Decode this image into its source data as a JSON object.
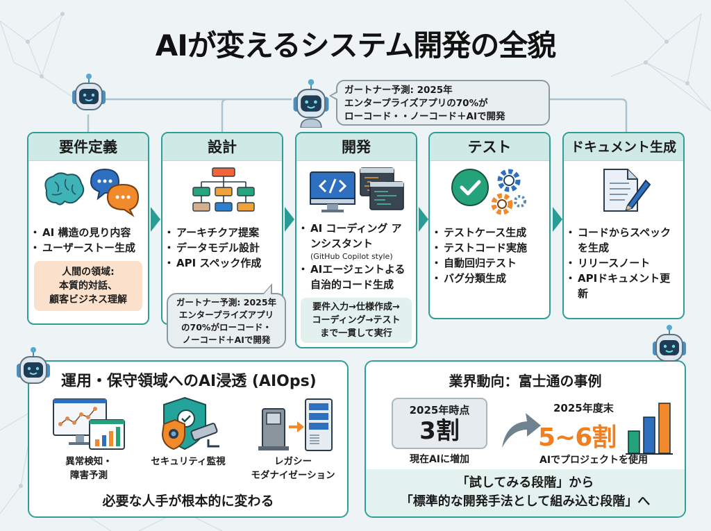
{
  "title": "AIが変えるシステム開発の全貌",
  "colors": {
    "teal": "#2e9e98",
    "teal_header": "#cfe9e6",
    "orange": "#f07f22",
    "peach": "#fbe1cb",
    "robot_screen": "#1f3b55"
  },
  "top_callout": {
    "lines": [
      "ガートナー予測: 2025年",
      "エンタープライズアプリの70%が",
      "ローコード・・ノーコード＋AIで開発"
    ]
  },
  "stages": [
    {
      "title": "要件定義",
      "icon": "brain-and-chat-icon",
      "bullets": [
        "AI 構造の見り内容",
        "ユーザーストー生成"
      ],
      "note": [
        "人間の領域:",
        "本質的対話、",
        "顧客ビジネス理解"
      ]
    },
    {
      "title": "設計",
      "icon": "org-chart-icon",
      "bullets": [
        "アーキチクア提案",
        "データモデル設計",
        "API スペック作成"
      ],
      "callout": [
        "ガートナー予測: 2025年",
        "エンタープライズアプリ",
        "の70%がローコード・",
        "ノーコード＋AIで開発"
      ]
    },
    {
      "title": "開発",
      "icon": "code-monitor-icon",
      "bullets": [
        {
          "text": "AI コーディング アンシスタント",
          "sub": "(GitHub Copilot style)"
        },
        {
          "text": "AIエージェントよる 自治的コード生成"
        }
      ],
      "note": [
        "要件入力→仕様作成→",
        "コーディング→テスト",
        "まで一貫して実行"
      ]
    },
    {
      "title": "テスト",
      "icon": "check-and-gears-icon",
      "bullets": [
        "テストケース生成",
        "テストコード実施",
        "自動回归テスト",
        "バグ分類生成"
      ]
    },
    {
      "title": "ドキュメント生成",
      "icon": "document-pen-icon",
      "bullets": [
        "コードからスペック を生成",
        "リリースノート",
        "APIドキュメント更新"
      ]
    }
  ],
  "aiops": {
    "title": "運用・保守領域へのAI浸透 (AIOps)",
    "items": [
      {
        "icon": "dashboard-chart-icon",
        "label": [
          "異常検知・",
          "障害予測"
        ]
      },
      {
        "icon": "shield-camera-icon",
        "label": [
          "セキュリティ監視"
        ]
      },
      {
        "icon": "legacy-to-server-icon",
        "label": [
          "レガシー",
          "モダナイゼーション"
        ]
      }
    ],
    "footer": "必要な人手が根本的に変わる"
  },
  "fujitsu": {
    "title": "業界動向：富士通の事例",
    "now": {
      "year": "2025年時点",
      "value": "3割",
      "caption": "現在AIに増加"
    },
    "end": {
      "year": "2025年度末",
      "value": "5~6割",
      "caption": "AIでプロジェクトを使用"
    },
    "band": [
      "「試してみる段階」から",
      "「標準的な開発手法として組み込む段階」へ"
    ]
  }
}
